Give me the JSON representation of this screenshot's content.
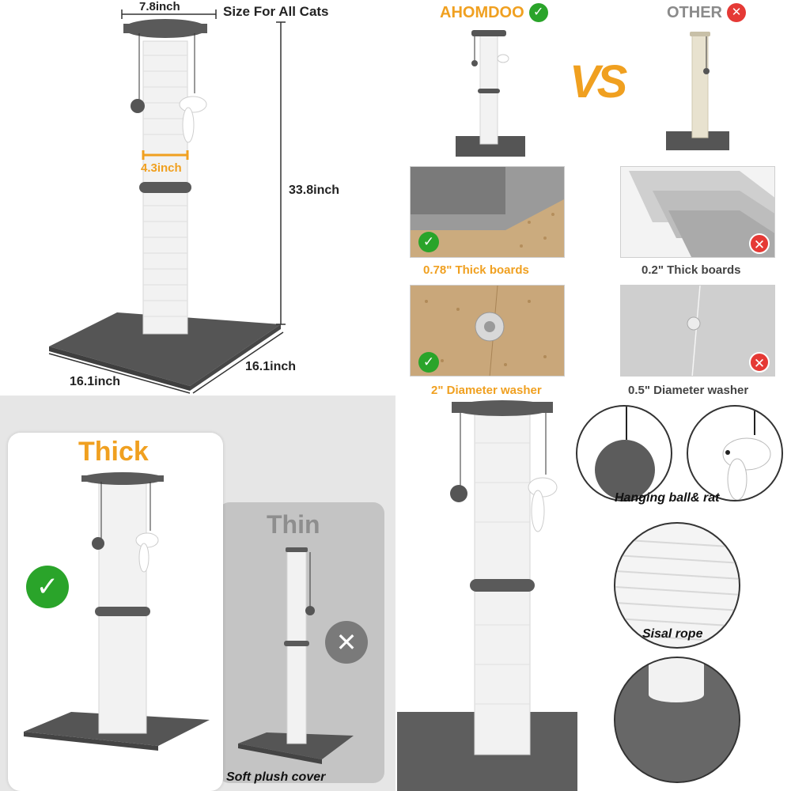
{
  "dimensions": {
    "top_width": "7.8inch",
    "size_note": "Size For All Cats",
    "post_diameter": "4.3inch",
    "height": "33.8inch",
    "base_width": "16.1inch",
    "base_depth": "16.1inch"
  },
  "comparison": {
    "brand": "AHOMDOO",
    "other": "OTHER",
    "vs": "VS",
    "board_ok": "0.78\" Thick boards",
    "board_bad": "0.2\" Thick boards",
    "washer_ok": "2\" Diameter washer",
    "washer_bad": "0.5\" Diameter washer"
  },
  "thickness": {
    "thick": "Thick",
    "thin": "Thin"
  },
  "features": {
    "toys": "Hanging ball& rat",
    "rope": "Sisal rope",
    "cover": "Soft plush cover"
  },
  "colors": {
    "accent_orange": "#f0a020",
    "ok_green": "#2aa42a",
    "bad_red": "#e53935",
    "plush_gray": "#5e5e5e"
  }
}
